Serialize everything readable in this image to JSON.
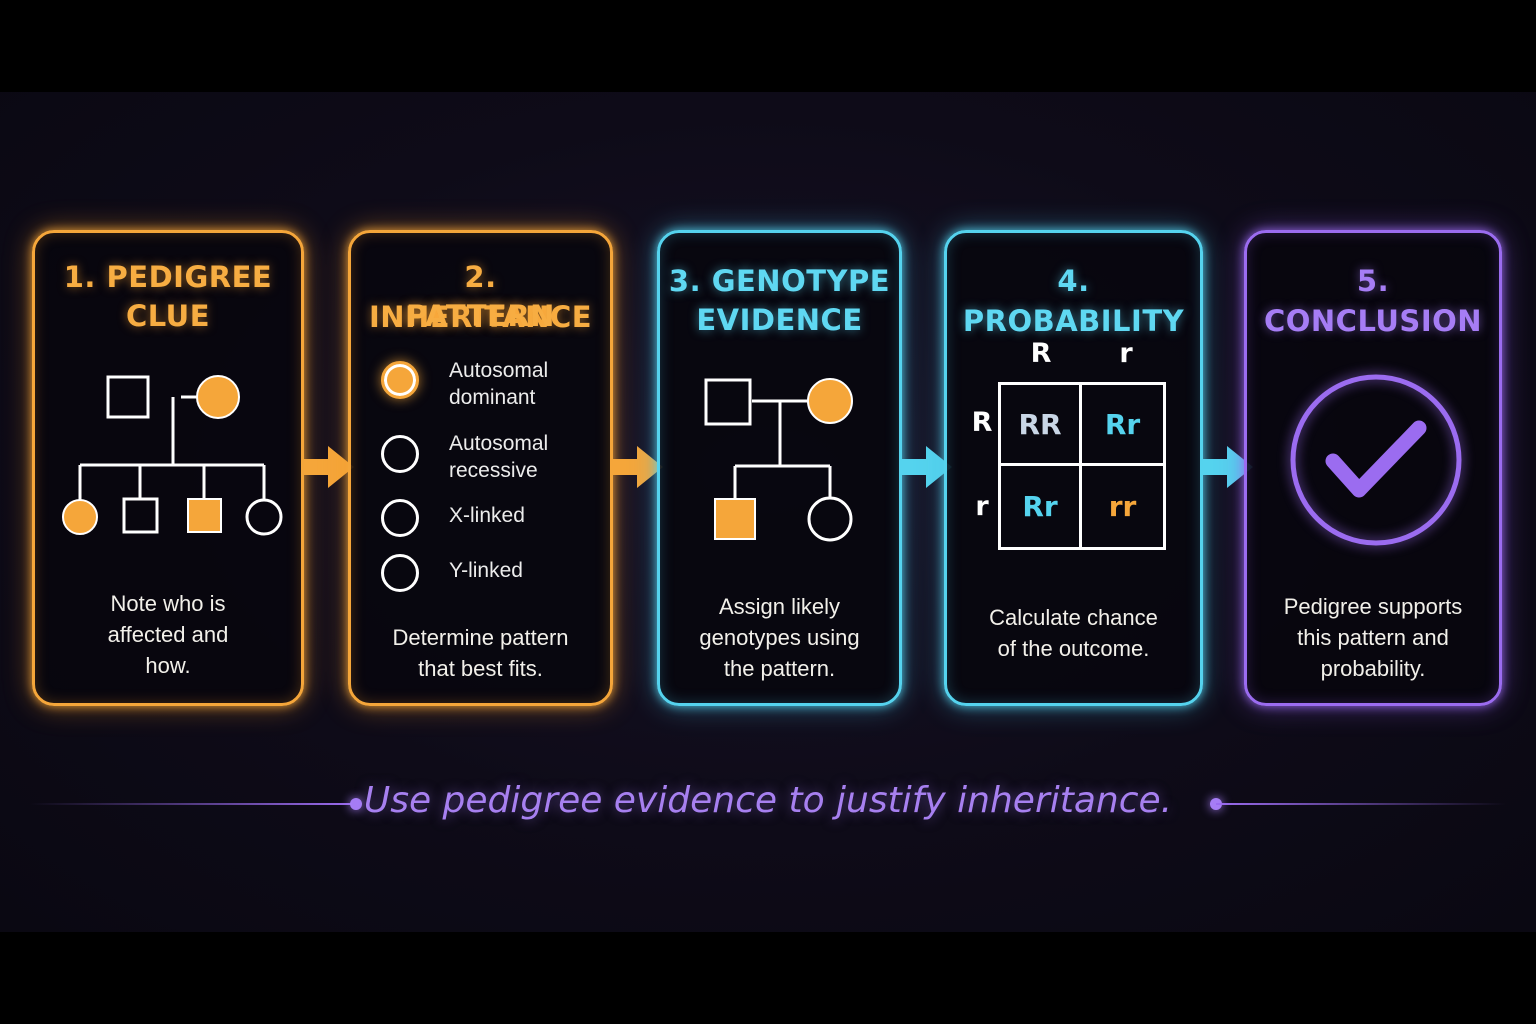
{
  "steps": [
    {
      "title_line1": "1. PEDIGREE",
      "title_line2": "CLUE",
      "description": [
        "Note who is",
        "affected and",
        "how."
      ]
    },
    {
      "title_line1": "2. INHERITANCE",
      "title_line2": "PATTERN",
      "description": [
        "Determine pattern",
        "that best fits."
      ],
      "options": [
        {
          "line1": "Autosomal",
          "line2": "dominant",
          "selected": true
        },
        {
          "line1": "Autosomal",
          "line2": "recessive",
          "selected": false
        },
        {
          "line1": "X-linked",
          "line2": "",
          "selected": false
        },
        {
          "line1": "Y-linked",
          "line2": "",
          "selected": false
        }
      ]
    },
    {
      "title_line1": "3. GENOTYPE",
      "title_line2": "EVIDENCE",
      "description": [
        "Assign likely",
        "genotypes using",
        "the pattern."
      ]
    },
    {
      "title_line1": "4. PROBABILITY",
      "title_line2": "",
      "description": [
        "Calculate chance",
        "of the outcome."
      ],
      "punnett": {
        "col_headers": [
          "R",
          "r"
        ],
        "row_headers": [
          "R",
          "r"
        ],
        "cells": [
          [
            "RR",
            "Rr"
          ],
          [
            "Rr",
            "rr"
          ]
        ]
      }
    },
    {
      "title_line1": "5. CONCLUSION",
      "title_line2": "",
      "description": [
        "Pedigree supports",
        "this pattern and",
        "probability."
      ]
    }
  ],
  "caption": "Use pedigree evidence to justify inheritance.",
  "colors": {
    "orange": "#f5a63a",
    "cyan": "#55d3ee",
    "purple": "#9b6cf0",
    "rr_orange": "#f5a63a",
    "Rr_cyan": "#55d3ee",
    "RR_gray": "#c9d6e6"
  },
  "icons": [
    "pedigree-chart-icon",
    "pedigree-chart-icon",
    "checkmark-circle-icon",
    "arrow-right-icon"
  ]
}
